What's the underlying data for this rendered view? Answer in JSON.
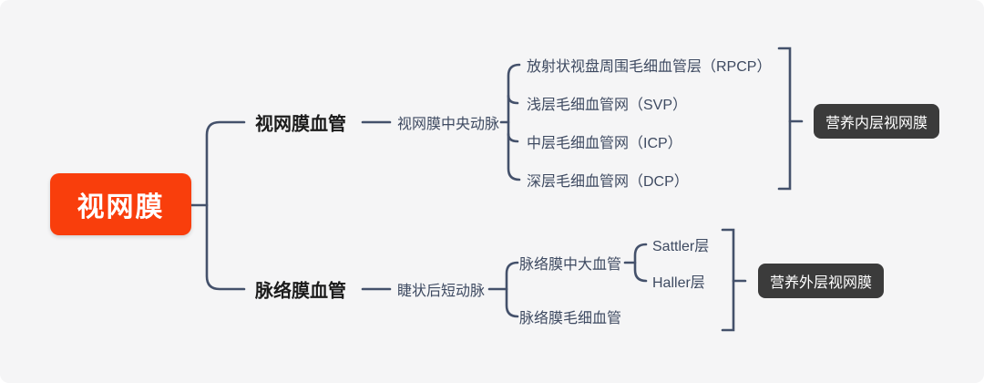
{
  "colors": {
    "background": "#f5f5f6",
    "root_bg": "#f93e0c",
    "summary_bg": "#3b3b3b",
    "line": "#44516b",
    "secondary_text": "#3e4a61",
    "primary_text": "#1c1c1c",
    "root_text": "#ffffff"
  },
  "mindmap": {
    "root": "视网膜",
    "branches": [
      {
        "label": "视网膜血管",
        "artery": "视网膜中央动脉",
        "layers": [
          "放射状视盘周围毛细血管层（RPCP）",
          "浅层毛细血管网（SVP）",
          "中层毛细血管网（ICP）",
          "深层毛细血管网（DCP）"
        ],
        "summary": "营养内层视网膜"
      },
      {
        "label": "脉络膜血管",
        "artery": "睫状后短动脉",
        "layers": [
          "脉络膜中大血管",
          "脉络膜毛细血管"
        ],
        "sublayers": [
          "Sattler层",
          "Haller层"
        ],
        "summary": "营养外层视网膜"
      }
    ]
  }
}
